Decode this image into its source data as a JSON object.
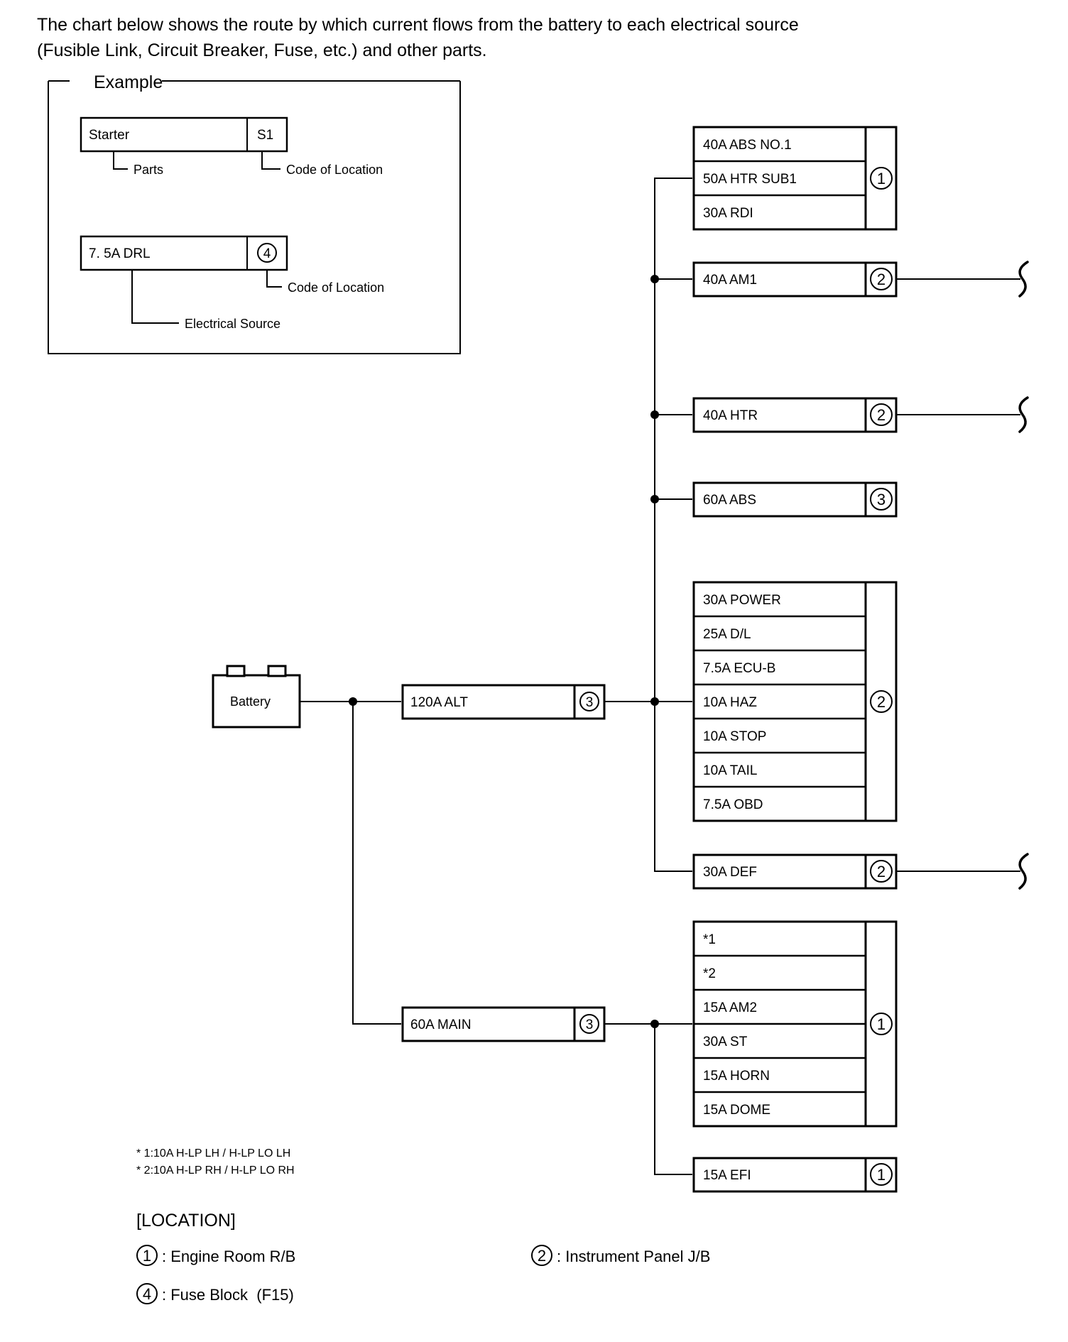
{
  "intro": {
    "line1": "The chart below shows the route by which current flows from the battery to each electrical source",
    "line2": "(Fusible Link, Circuit Breaker, Fuse, etc.) and other parts."
  },
  "example": {
    "title": "Example",
    "box1": {
      "parts": "Starter",
      "code": "S1"
    },
    "box1_callout_left": "Parts",
    "box1_callout_right": "Code of Location",
    "box2": {
      "source": "7. 5A DRL",
      "code": "4"
    },
    "box2_callout_right": "Code of Location",
    "box2_callout_left": "Electrical Source"
  },
  "battery": {
    "label": "Battery"
  },
  "fusible_links": {
    "alt": {
      "label": "120A ALT",
      "code": "3"
    },
    "main": {
      "label": "60A MAIN",
      "code": "3"
    }
  },
  "groups": [
    {
      "id": "group-abs-htrsub-rdi",
      "code": "1",
      "rows": [
        "40A ABS NO.1",
        "50A HTR SUB1",
        "30A RDI"
      ]
    },
    {
      "id": "group-am1",
      "code": "2",
      "rows": [
        "40A AM1"
      ],
      "has_trailing_break": true
    },
    {
      "id": "group-htr",
      "code": "2",
      "rows": [
        "40A HTR"
      ],
      "has_trailing_break": true
    },
    {
      "id": "group-abs",
      "code": "3",
      "rows": [
        "60A ABS"
      ],
      "has_trailing_break": false
    },
    {
      "id": "group-power-block",
      "code": "2",
      "rows": [
        "30A POWER",
        "25A D/L",
        "7.5A ECU-B",
        "10A HAZ",
        "10A STOP",
        "10A TAIL",
        "7.5A OBD"
      ]
    },
    {
      "id": "group-def",
      "code": "2",
      "rows": [
        "30A DEF"
      ],
      "has_trailing_break": true
    },
    {
      "id": "group-main-block",
      "code": "1",
      "rows": [
        "*1",
        "*2",
        "15A AM2",
        "30A ST",
        "15A HORN",
        "15A DOME"
      ]
    },
    {
      "id": "group-efi",
      "code": "1",
      "rows": [
        "15A EFI"
      ],
      "has_trailing_break": false
    }
  ],
  "footnotes": [
    "* 1:10A H-LP LH / H-LP LO LH",
    "* 2:10A H-LP RH / H-LP LO RH"
  ],
  "location": {
    "title": "[LOCATION]",
    "entries": [
      {
        "code": "1",
        "text": ": Engine Room R/B"
      },
      {
        "code": "2",
        "text": ": Instrument Panel J/B"
      },
      {
        "code": "4",
        "text": ": Fuse Block  (F15)"
      }
    ]
  },
  "colors": {
    "ink": "#000000",
    "paper": "#ffffff"
  }
}
